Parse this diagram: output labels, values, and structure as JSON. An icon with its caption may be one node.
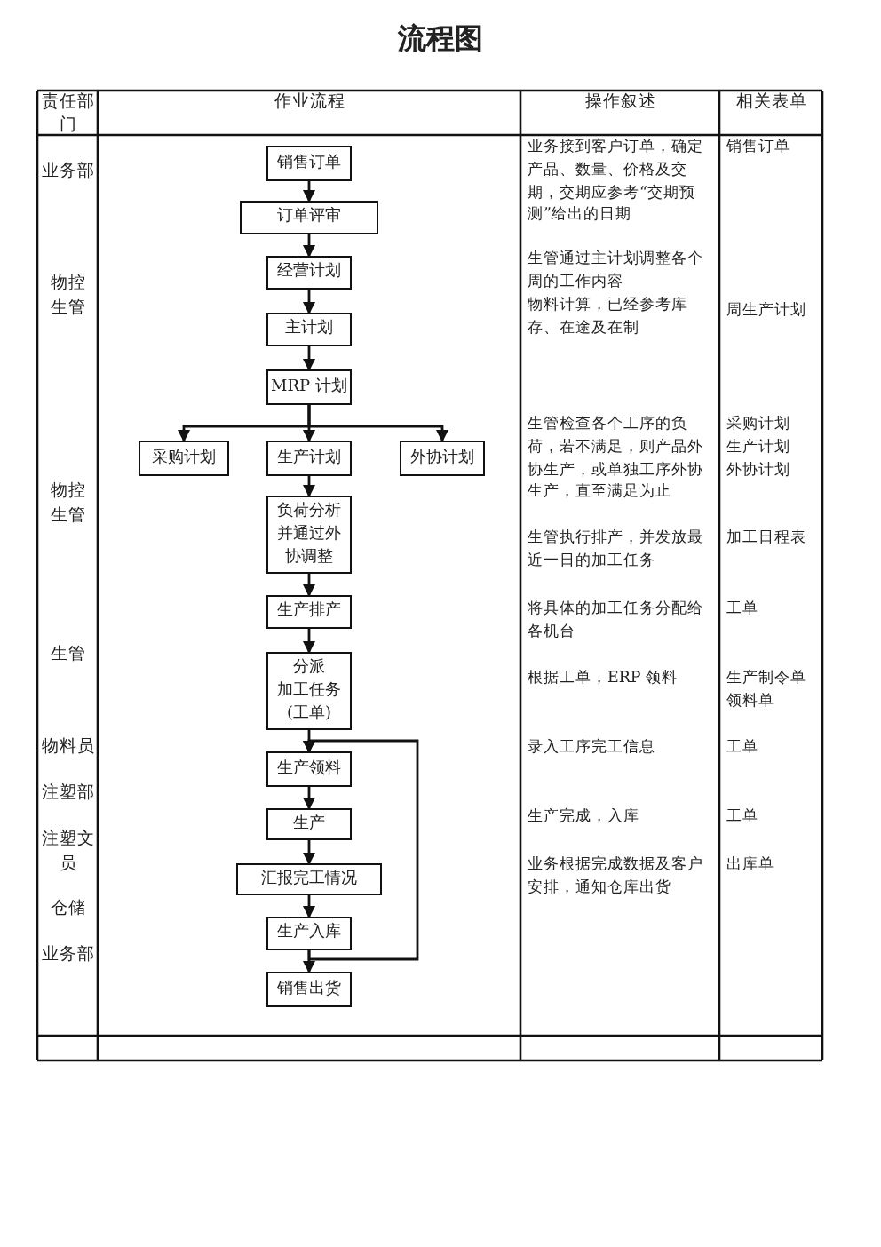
{
  "diagram": {
    "title": "流程图",
    "nodes": [
      {
        "text": [
          "销售订单"
        ]
      },
      {
        "text": [
          "订单评审"
        ]
      },
      {
        "text": [
          "经营计划"
        ]
      },
      {
        "text": [
          "主计划"
        ]
      },
      {
        "text": [
          "MRP 计划"
        ]
      },
      {
        "text": [
          "采购计划"
        ]
      },
      {
        "text": [
          "生产计划"
        ]
      },
      {
        "text": [
          "外协计划"
        ]
      },
      {
        "text": [
          "负荷分析并通过外协调整"
        ]
      },
      {
        "text": [
          "生产排产"
        ]
      },
      {
        "text": [
          "分派加工任务(工单)"
        ]
      },
      {
        "text": [
          "生产领料"
        ]
      },
      {
        "text": [
          "生产"
        ]
      },
      {
        "text": [
          "汇报完工情况"
        ]
      },
      {
        "text": [
          "生产入库"
        ]
      },
      {
        "text": [
          "销售出货"
        ]
      }
    ],
    "edges": [
      {
        "from": 0,
        "to": 1,
        "arrow": "to"
      },
      {
        "from": 1,
        "to": 2,
        "arrow": "to"
      },
      {
        "from": 2,
        "to": 3,
        "arrow": "to"
      },
      {
        "from": 3,
        "to": 4,
        "arrow": "to"
      },
      {
        "from": 4,
        "to": 5,
        "arrow": "to"
      },
      {
        "from": 4,
        "to": 6,
        "arrow": "to"
      },
      {
        "from": 4,
        "to": 7,
        "arrow": "to"
      },
      {
        "from": 6,
        "to": 8,
        "arrow": "to"
      },
      {
        "from": 8,
        "to": 9,
        "arrow": "to"
      },
      {
        "from": 9,
        "to": 10,
        "arrow": "to"
      },
      {
        "from": 10,
        "to": 11,
        "arrow": "to"
      },
      {
        "from": 11,
        "to": 12,
        "arrow": "to"
      },
      {
        "from": 12,
        "to": 13,
        "arrow": "to"
      },
      {
        "from": 13,
        "to": 14,
        "arrow": "to"
      },
      {
        "from": 14,
        "to": 15,
        "arrow": "to"
      },
      {
        "from": 14,
        "to": 11,
        "arrow": "to"
      }
    ],
    "labels": [
      "责任部门",
      "作业流程",
      "操作叙述",
      "相关表单",
      "业务部",
      "物控生管",
      "物控生管",
      "生管",
      "物料员",
      "注塑部",
      "注塑文员",
      "仓储",
      "业务部",
      "业务接到客户订单，确定产品、数量、价格及交期，交期应参考“交期预测”给出的日期",
      "生管通过主计划调整各个周的工作内容",
      "物料计算，已经参考库存、在途及在制",
      "生管检查各个工序的负荷，若不满足，则产品外协生产，或单独工序外协生产，直至满足为止",
      "生管执行排产，并发放最近一日的加工任务",
      "将具体的加工任务分配给各机台",
      "根据工单，ERP 领料",
      "录入工序完工信息",
      "生产完成，入库",
      "业务根据完成数据及客户安排，通知仓库出货",
      "销售订单",
      "周生产计划",
      "采购计划",
      "生产计划",
      "外协计划",
      "加工日程表",
      "工单",
      "生产制令单",
      "领料单",
      "工单",
      "工单",
      "出库单"
    ]
  }
}
